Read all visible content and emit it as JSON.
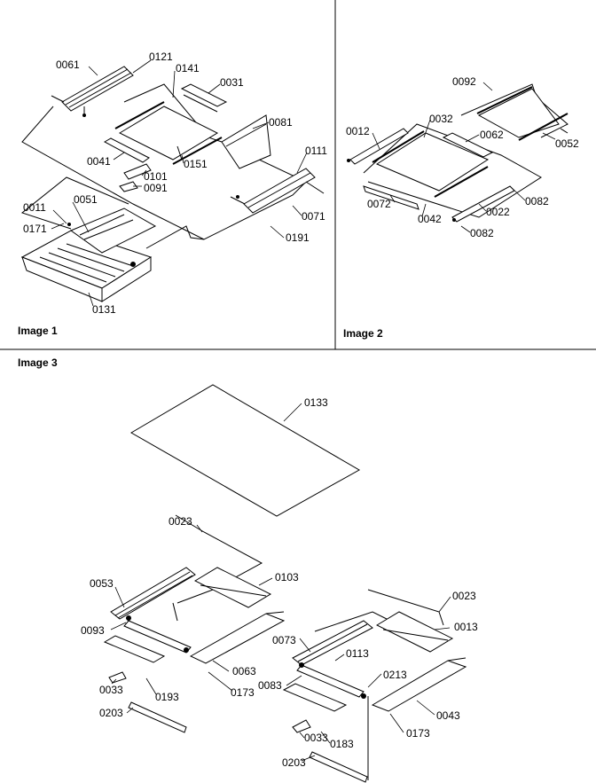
{
  "panels": [
    {
      "caption": "Image 1"
    },
    {
      "caption": "Image 2"
    },
    {
      "caption": "Image 3"
    }
  ],
  "image1_labels": [
    "0061",
    "0121",
    "0141",
    "0031",
    "0081",
    "0111",
    "0041",
    "0101",
    "0091",
    "0151",
    "0071",
    "0011",
    "0051",
    "0171",
    "0191",
    "0131"
  ],
  "image2_labels": [
    "0092",
    "0012",
    "0032",
    "0062",
    "0052",
    "0072",
    "0042",
    "0022",
    "0082",
    "0082"
  ],
  "image3_labels": [
    "0133",
    "0023",
    "0053",
    "0103",
    "0093",
    "0063",
    "0033",
    "0193",
    "0173",
    "0203",
    "0023",
    "0073",
    "0013",
    "0113",
    "0083",
    "0213",
    "0043",
    "0173",
    "0033",
    "0183",
    "0203"
  ]
}
